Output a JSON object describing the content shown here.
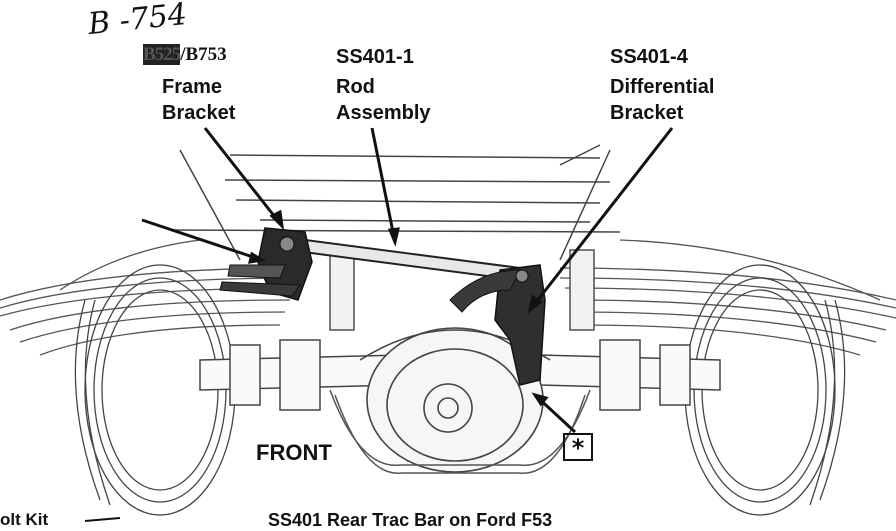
{
  "handwritten_note": "B -754",
  "labels": {
    "frame_bracket": {
      "part_struck": "B525",
      "part": "/B753",
      "line1": "Frame",
      "line2": "Bracket"
    },
    "rod_assembly": {
      "part": "SS401-1",
      "line1": "Rod",
      "line2": "Assembly"
    },
    "differential_bracket": {
      "part": "SS401-4",
      "line1": "Differential",
      "line2": "Bracket"
    },
    "front": "FRONT",
    "star": "*",
    "bolt_kit": "olt Kit",
    "caption": "SS401 Rear Trac Bar on Ford F53"
  }
}
